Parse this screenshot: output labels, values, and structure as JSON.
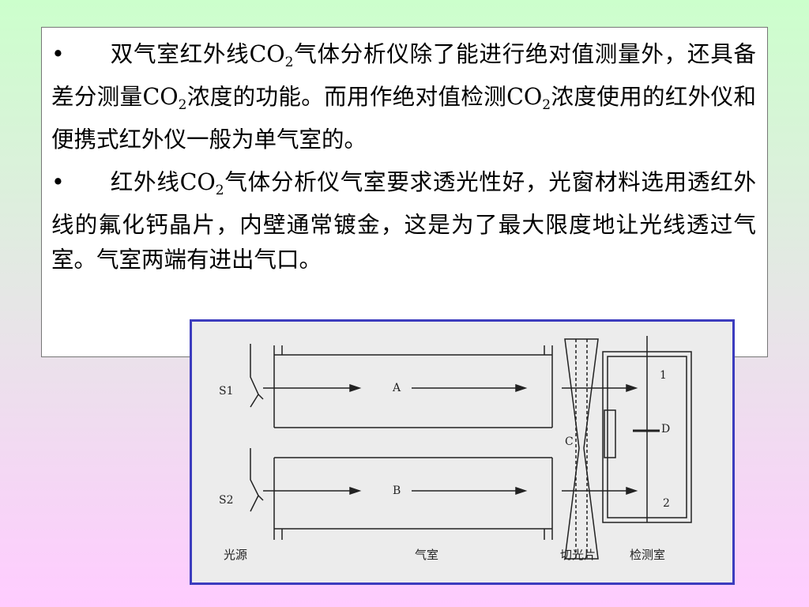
{
  "paragraphs": [
    {
      "bullet": "•",
      "pre1": "双气室红外线",
      "chem1": "CO",
      "sub1": "2",
      "mid1": "气体分析仪除了能进行绝对值测量外，还具备差分测量",
      "chem2": "CO",
      "sub2": "2",
      "mid2": "浓度的功能。而用作绝对值检测",
      "chem3": "CO",
      "sub3": "2",
      "post": "浓度使用的红外仪和便携式红外仪一般为单气室的。"
    },
    {
      "bullet": "•",
      "pre1": "红外线",
      "chem1": "CO",
      "sub1": "2",
      "post": "气体分析仪气室要求透光性好，光窗材料选用透红外线的氟化钙晶片，内壁通常镀金，这是为了最大限度地让光线透过气室。气室两端有进出气口。"
    }
  ],
  "figure": {
    "labels": {
      "s1": "S1",
      "s2": "S2",
      "a": "A",
      "b": "B",
      "c": "C",
      "d": "D",
      "one": "1",
      "two": "2"
    },
    "captions": {
      "source": "光源",
      "chamber": "气室",
      "chopper": "切光片",
      "detector": "检测室"
    }
  }
}
